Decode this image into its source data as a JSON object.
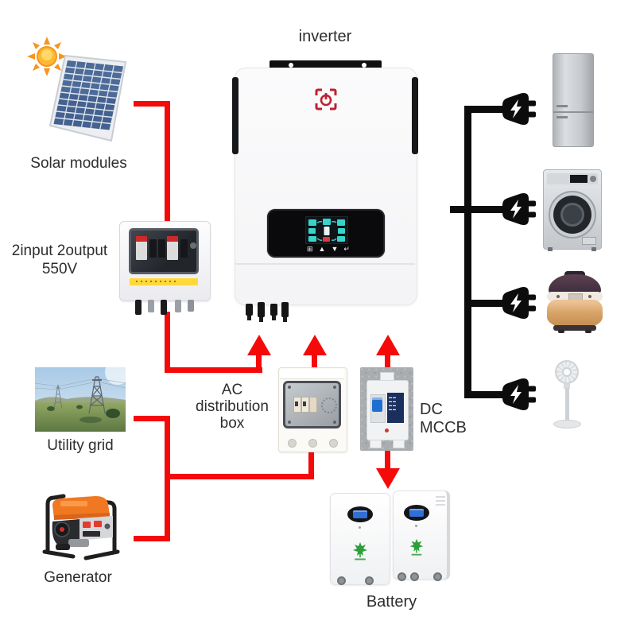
{
  "labels": {
    "inverter": "inverter",
    "solar_modules": "Solar modules",
    "combiner_line1": "2input 2output",
    "combiner_line2": "550V",
    "utility_grid": "Utility grid",
    "generator": "Generator",
    "ac_box_line1": "AC",
    "ac_box_line2": "distribution",
    "ac_box_line3": "box",
    "dc_mccb": "DC MCCB",
    "battery": "Battery"
  },
  "inverter_display": {
    "buttons": {
      "menu": "⊞",
      "up": "▲",
      "down": "▼",
      "enter": "↵"
    }
  },
  "devices": [
    "sun-icon",
    "solar-panel",
    "pv-combiner-box",
    "inverter-unit",
    "utility-grid-photo",
    "generator",
    "ac-distribution-box",
    "dc-mccb-breaker",
    "battery-unit-left",
    "battery-unit-right",
    "refrigerator",
    "washing-machine",
    "rice-cooker",
    "pedestal-fan",
    "power-plug-icon"
  ],
  "colors": {
    "wire_red": "#f50a0a",
    "wire_black": "#0c0c0c",
    "inverter_logo_red": "#bf2032",
    "lcd_teal": "#35d6c9",
    "warning_yellow": "#ffd83a",
    "generator_orange": "#f07820",
    "battery_green": "#2e9e3a",
    "sun_orange": "#f7941d",
    "panel_blue": "#44618f",
    "mccb_toggle_blue": "#1f6fd0",
    "rice_cooker_gold": "#cf9a60"
  }
}
